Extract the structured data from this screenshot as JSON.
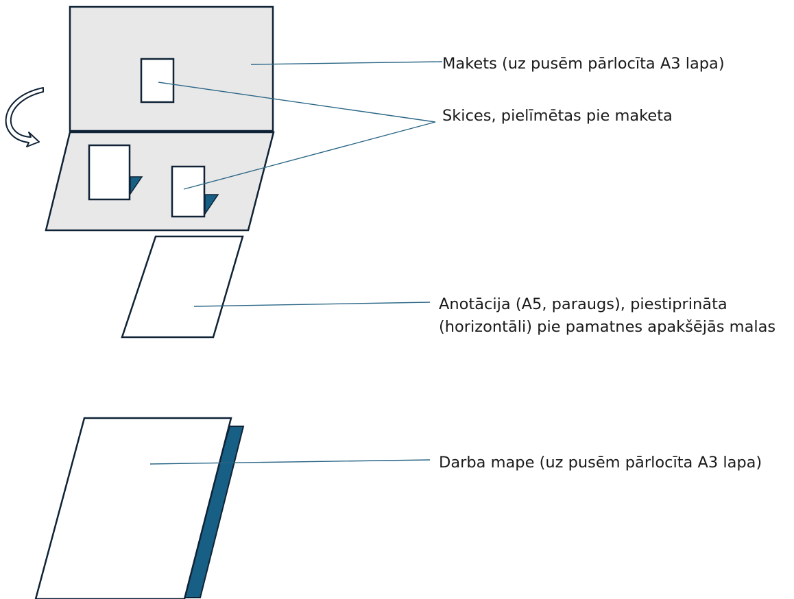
{
  "colors": {
    "outline": "#0f2236",
    "board_fill": "#e8e8e8",
    "sheet_fill": "#ffffff",
    "accent": "#175f85",
    "leader": "#2a6686"
  },
  "icons": {
    "fold_arrow": "curved-arrow-icon"
  },
  "labels": {
    "maket": "Makets (uz pusēm pārlocīta A3 lapa)",
    "skices": "Skices, pielīmētas pie maketa",
    "anotacija": "Anotācija (A5, paraugs), piestiprināta (horizontāli) pie pamatnes apakšējās malas",
    "mape": "Darba mape (uz pusēm pārlocīta A3 lapa)"
  }
}
